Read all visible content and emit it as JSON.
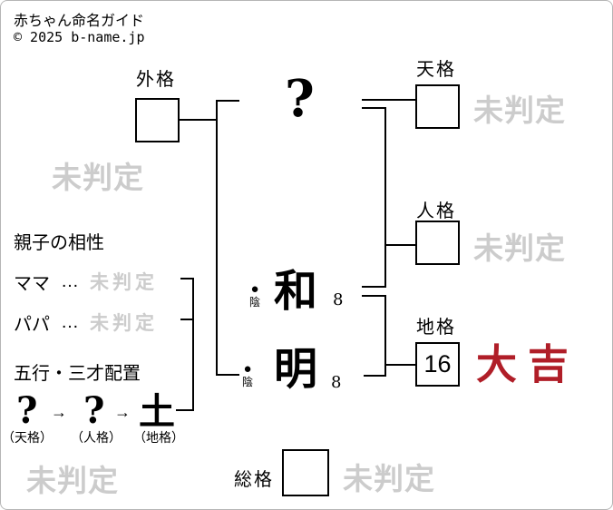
{
  "header": {
    "title": "赤ちゃん命名ガイド",
    "copyright": "© 2025 b-name.jp"
  },
  "colors": {
    "result_red": "#b01e28",
    "watermark_gray": "#cccccc",
    "line_black": "#000000"
  },
  "diagram": {
    "surname_placeholder": "?",
    "gaikaku": {
      "label": "外格",
      "result": "未判定"
    },
    "tenkaku": {
      "label": "天格",
      "result": "未判定"
    },
    "jinkaku": {
      "label": "人格",
      "result": "未判定"
    },
    "chikaku": {
      "label": "地格",
      "value": "16",
      "result": "大吉"
    },
    "soukaku": {
      "label": "総格",
      "result": "未判定"
    },
    "bottom_watermark": "未判定",
    "name_chars": [
      {
        "marker": "●",
        "yin_yang": "陰",
        "char": "和",
        "strokes": "8"
      },
      {
        "marker": "●",
        "yin_yang": "陰",
        "char": "明",
        "strokes": "8"
      }
    ]
  },
  "compatibility": {
    "title": "親子の相性",
    "rows": [
      {
        "label": "ママ",
        "dots": "…",
        "value": "未判定"
      },
      {
        "label": "パパ",
        "dots": "…",
        "value": "未判定"
      }
    ]
  },
  "gogyou": {
    "title": "五行・三才配置",
    "arrow": "→",
    "flow": [
      {
        "value": "?",
        "label": "（天格）"
      },
      {
        "value": "?",
        "label": "（人格）"
      },
      {
        "value": "土",
        "label": "（地格）"
      }
    ]
  }
}
